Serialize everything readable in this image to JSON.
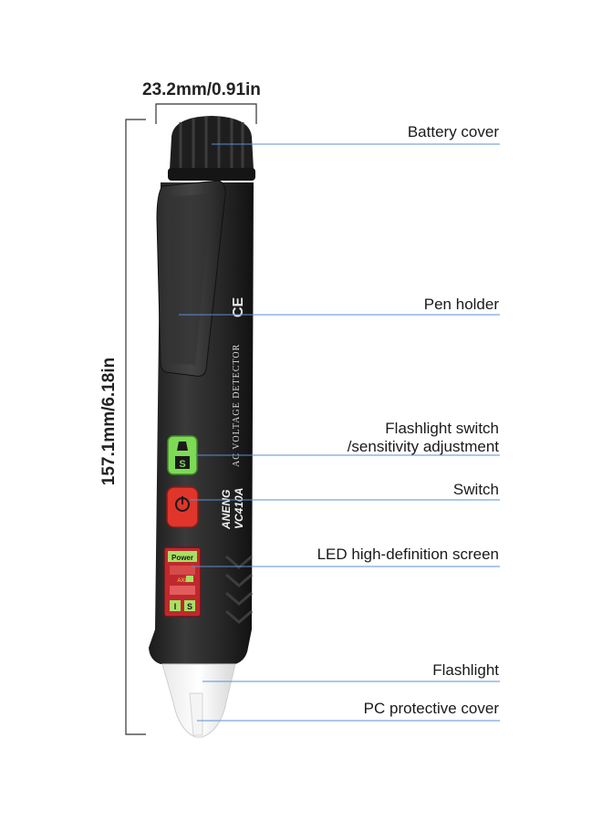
{
  "dimensions": {
    "width": "23.2mm/0.91in",
    "height": "157.1mm/6.18in"
  },
  "callouts": [
    {
      "label": "Battery cover"
    },
    {
      "label": "Pen holder"
    },
    {
      "label": "Flashlight switch",
      "label2": "/sensitivity adjustment"
    },
    {
      "label": "Switch"
    },
    {
      "label": "LED high-definition screen"
    },
    {
      "label": "Flashlight"
    },
    {
      "label": "PC protective cover"
    }
  ],
  "device": {
    "brand": "ANENG",
    "model": "VC410A",
    "product_text": "AC VOLTAGE DETECTOR",
    "cert_marks": "CE",
    "screen_top": "Power",
    "screen_mid": "AXL",
    "key_left": "I",
    "key_right": "S",
    "button_key": "S"
  },
  "colors": {
    "body": "#2a2a2a",
    "leader_line": "#5b8fd6",
    "flash_button": "#7ed957",
    "power_button": "#e0352b",
    "screen_green": "#a8e063",
    "screen_red": "#c0282d"
  }
}
